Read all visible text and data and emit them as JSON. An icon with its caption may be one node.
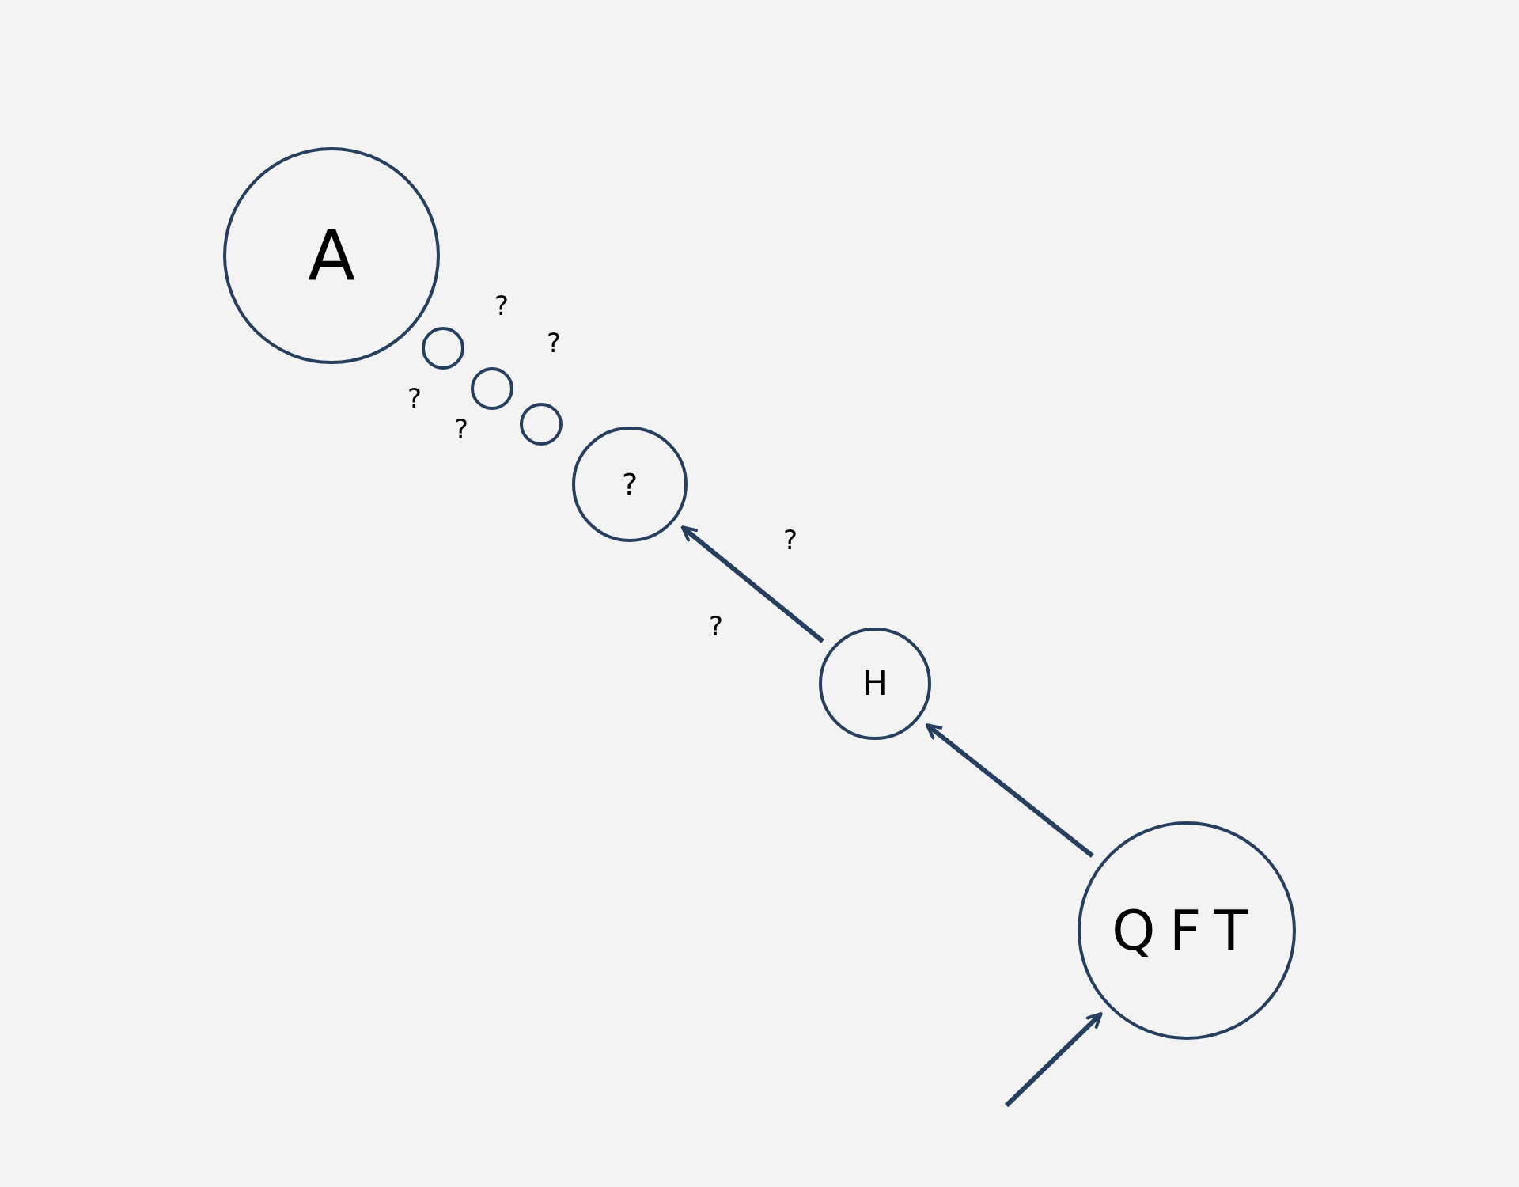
{
  "diagram": {
    "nodes": [
      {
        "text": [
          "A"
        ]
      },
      {
        "text": [],
        "shape": "circle"
      },
      {
        "text": [],
        "shape": "circle"
      },
      {
        "text": [],
        "shape": "circle"
      },
      {
        "text": [
          "?"
        ]
      },
      {
        "text": [
          "H"
        ]
      },
      {
        "text": [
          "QFT"
        ]
      }
    ],
    "edges": [
      {
        "from": 5,
        "to": 4,
        "arrow": "to"
      },
      {
        "from": 6,
        "to": 5,
        "arrow": "to"
      },
      {
        "from": null,
        "to": 6,
        "arrow": "to"
      }
    ],
    "labels": [
      "?",
      "?",
      "?",
      "?",
      "?",
      "?"
    ]
  }
}
